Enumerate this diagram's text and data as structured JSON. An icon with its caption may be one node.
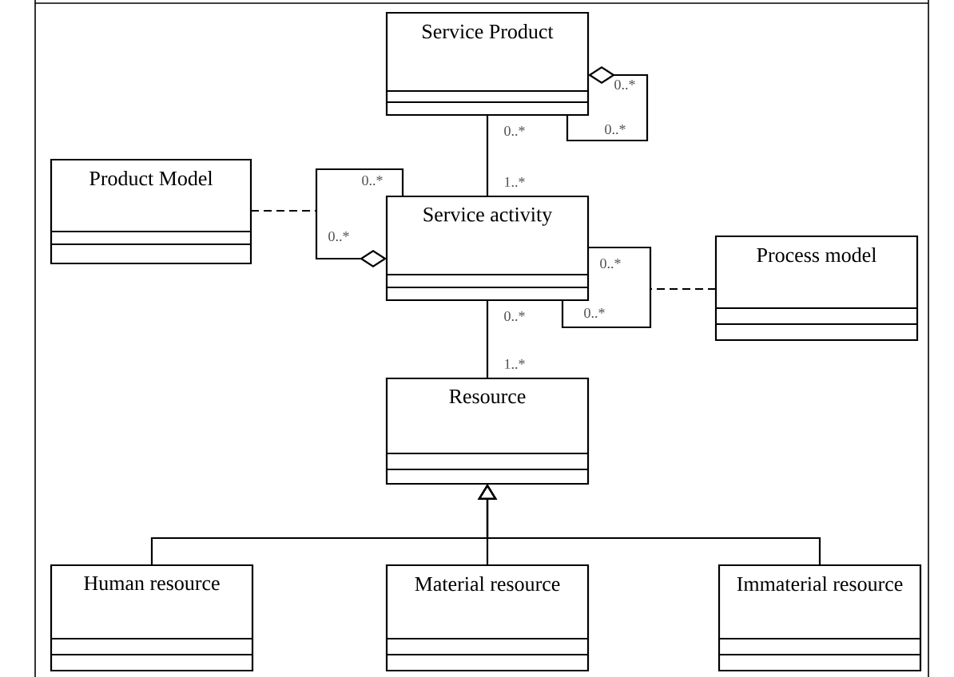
{
  "diagram": {
    "nodes": [
      {
        "text": [
          "Service Product"
        ]
      },
      {
        "text": [
          "Product Model"
        ]
      },
      {
        "text": [
          "Service activity"
        ]
      },
      {
        "text": [
          "Process model"
        ]
      },
      {
        "text": [
          "Resource"
        ]
      },
      {
        "text": [
          "Human resource"
        ]
      },
      {
        "text": [
          "Material resource"
        ]
      },
      {
        "text": [
          "Immaterial resource"
        ]
      }
    ],
    "edges": [
      {
        "from": 0,
        "to": 0,
        "arrow": "other"
      },
      {
        "from": 0,
        "to": 2,
        "arrow": "none"
      },
      {
        "from": 2,
        "to": 2,
        "arrow": "other"
      },
      {
        "from": 1,
        "to": null,
        "arrow": "none",
        "style": "dashed"
      },
      {
        "from": 2,
        "to": 2,
        "arrow": "none"
      },
      {
        "from": 3,
        "to": null,
        "arrow": "none",
        "style": "dashed"
      },
      {
        "from": 2,
        "to": 4,
        "arrow": "none"
      },
      {
        "from": 5,
        "to": 4,
        "arrow": "to"
      },
      {
        "from": 6,
        "to": 4,
        "arrow": "to"
      },
      {
        "from": 7,
        "to": 4,
        "arrow": "to"
      }
    ],
    "labels": [
      "0..*",
      "0..*",
      "0..*",
      "1..*",
      "0..*",
      "0..*",
      "0..*",
      "0..*",
      "0..*",
      "1..*"
    ]
  }
}
